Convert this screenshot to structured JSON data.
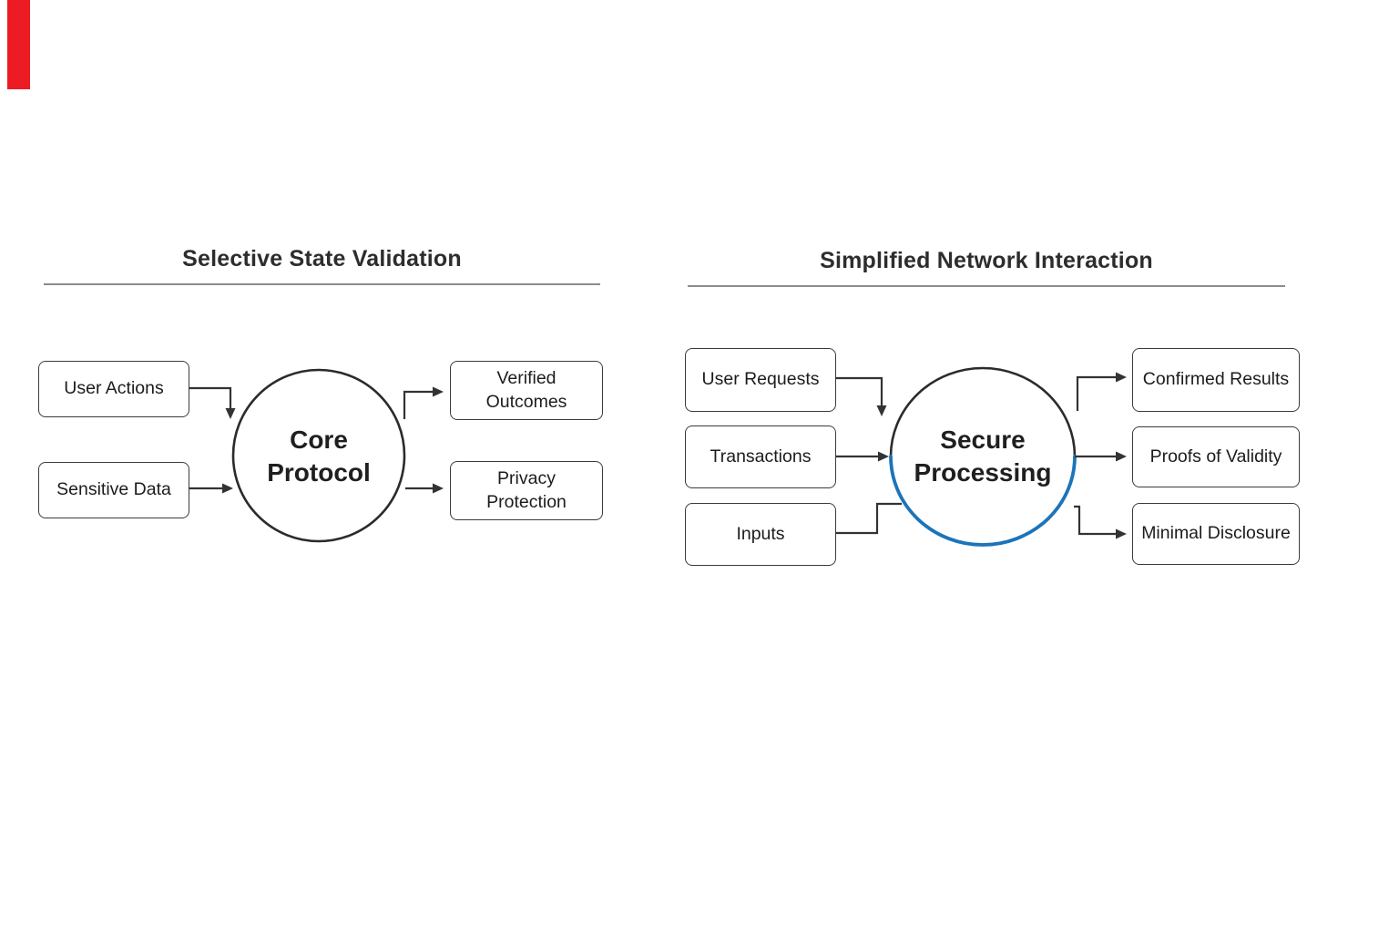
{
  "colors": {
    "background": "#ffffff",
    "line_stroke": "#333333",
    "box_border": "#3b3b3b",
    "node_text": "#1c1c1c",
    "title_text": "#2d2d2d",
    "title_rule_gray": "#8c8c8c",
    "accent_blue_arc": "#1c74b9",
    "accent_red_bar": "#ed1c24"
  },
  "left_diagram": {
    "title": "Selective State Validation",
    "input_nodes": [
      {
        "label": "User Actions"
      },
      {
        "label": "Sensitive Data"
      }
    ],
    "center_node": {
      "label": "Core\nProtocol"
    },
    "output_nodes": [
      {
        "label": "Verified\nOutcomes"
      },
      {
        "label": "Privacy\nProtection"
      }
    ]
  },
  "right_diagram": {
    "title": "Simplified Network Interaction",
    "input_nodes": [
      {
        "label": "User Requests"
      },
      {
        "label": "Transactions"
      },
      {
        "label": "Inputs"
      }
    ],
    "center_node": {
      "label": "Secure\nProcessing"
    },
    "output_nodes": [
      {
        "label": "Confirmed Results"
      },
      {
        "label": "Proofs of Validity"
      },
      {
        "label": "Minimal Disclosure"
      }
    ]
  }
}
